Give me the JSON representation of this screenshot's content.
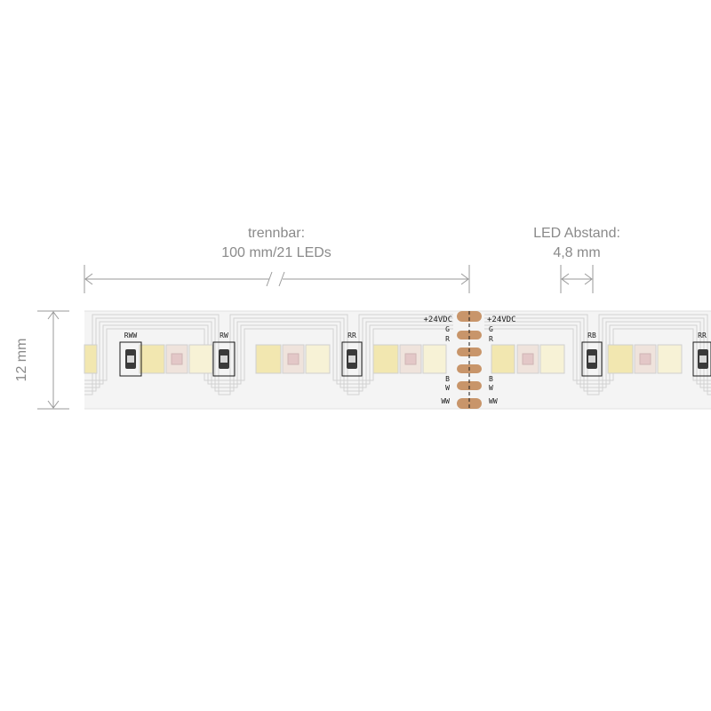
{
  "cut_label": {
    "line1": "trennbar:",
    "line2": "100 mm/21 LEDs"
  },
  "spacing_label": {
    "line1": "LED Abstand:",
    "line2": "4,8 mm"
  },
  "width_label": "12 mm",
  "pads": {
    "voltage_left": "+24VDC",
    "voltage_right": "+24VDC",
    "channels": [
      "G",
      "R",
      "B",
      "W",
      "WW"
    ]
  },
  "resistors": {
    "r1": "RWW",
    "r2": "RW",
    "r3": "RR",
    "r4": "RB",
    "r5": "RR"
  },
  "colors": {
    "dimension_line": "#9a9a9a",
    "pcb": "#f4f4f4",
    "copper_pad": "#c8956a",
    "led_warm": "#f2e7b0",
    "led_cool": "#f7f2d6",
    "led_rgb": "#efe3dc"
  }
}
